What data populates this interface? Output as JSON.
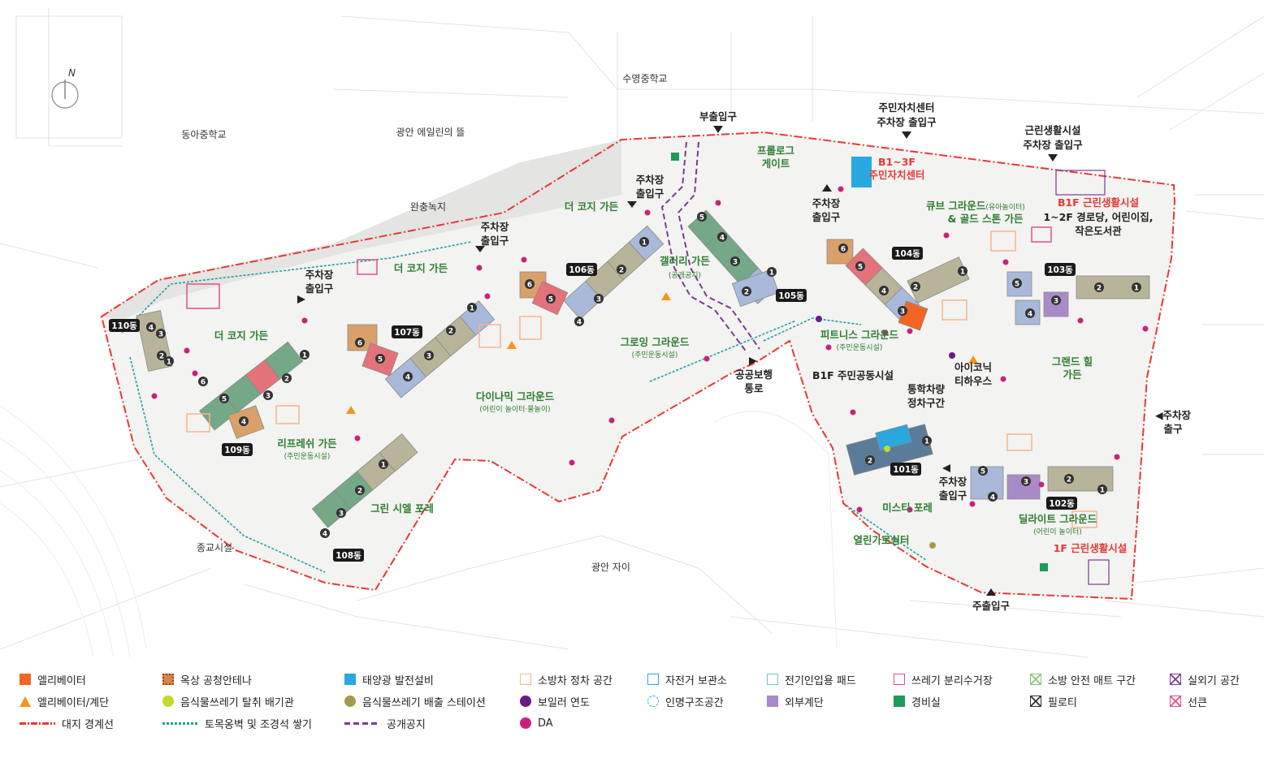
{
  "map": {
    "north": "N",
    "context_labels": {
      "school_suyeong": "수영중학교",
      "school_donga": "동아중학교",
      "eilin_garden": "광안 에일린의 뜰",
      "buffer_green": "완충녹지",
      "religious": "종교시설",
      "gwangan_xi": "광안 자이"
    },
    "entrances": {
      "sub_entrance": "부출입구",
      "center_parking_1": "주민자치센터",
      "center_parking_2": "주차장 출입구",
      "retail_parking_1": "근린생활시설",
      "retail_parking_2": "주차장 출입구",
      "parking_a_1": "주차장",
      "parking_a_2": "출입구",
      "parking_b_1": "주차장",
      "parking_b_2": "출입구",
      "parking_c_1": "주차장",
      "parking_c_2": "출입구",
      "parking_d_1": "주차장",
      "parking_d_2": "출입구",
      "parking_e_1": "주차장",
      "parking_e_2": "출입구",
      "parking_exit_1": "◀주차장",
      "parking_exit_2": "출구",
      "main_entrance": "주출입구",
      "public_path_1": "공공보행",
      "public_path_2": "통로",
      "shuttle_1": "통학차량",
      "shuttle_2": "정차구간"
    },
    "gardens": {
      "prologue_1": "프롤로그",
      "prologue_2": "게이트",
      "cozy_1": "더 코지 가든",
      "cozy_2": "더 코지 가든",
      "cozy_3": "더 코지 가든",
      "gallery": "갤러리 가든",
      "gallery_sub": "(공개공지)",
      "growing": "그로잉 그라운드",
      "growing_sub": "(주민운동시설)",
      "dynamic": "다이나믹 그라운드",
      "dynamic_sub": "(어린이 놀이터·물놀이)",
      "refresh": "리프레쉬 가든",
      "refresh_sub": "(주민운동시설)",
      "green_chelle": "그린 시엘 포레",
      "cube_1": "큐브 그라운드",
      "cube_1_small": "(유아놀이터)",
      "cube_2": "& 골드 스톤 가든",
      "fitness": "피트니스 그라운드",
      "fitness_sub": "(주민운동시설)",
      "grand_1": "그랜드 힐",
      "grand_2": "가든",
      "misty": "미스티 포레",
      "delight": "딜라이트 그라운드",
      "delight_sub": "(어린이 놀이터)",
      "alley": "열린가로쉼터"
    },
    "facilities": {
      "b1_center_1": "B1~3F",
      "b1_center_2": "주민자치센터",
      "b1_retail": "B1F 근린생활시설",
      "welfare_1": "1~2F 경로당, 어린이집,",
      "welfare_2": "작은도서관",
      "b1_shared": "B1F 주민공동시설",
      "iconic_1": "아이코닉",
      "iconic_2": "티하우스",
      "f1_retail": "1F 근린생활시설"
    },
    "buildings": {
      "b101": "101동",
      "b102": "102동",
      "b103": "103동",
      "b104": "104동",
      "b105": "105동",
      "b106": "106동",
      "b107": "107동",
      "b108": "108동",
      "b109": "109동",
      "b110": "110동"
    },
    "line_numbers": {
      "n1": "1",
      "n2": "2",
      "n3": "3",
      "n4": "4",
      "n5": "5",
      "n6": "6"
    }
  },
  "legend": {
    "items": [
      {
        "label": "엘리베이터",
        "icon": "elevator-square",
        "color": "#f26522"
      },
      {
        "label": "옥상 공청안테나",
        "icon": "antenna-square",
        "color": "#d9834a"
      },
      {
        "label": "태양광 발전설비",
        "icon": "solar-square",
        "color": "#29a8e0"
      },
      {
        "label": "소방차 정차 공간",
        "icon": "fire-truck-outline",
        "color": "#f7b48c"
      },
      {
        "label": "자전거 보관소",
        "icon": "bicycle-rack",
        "color": "#29a8e0"
      },
      {
        "label": "전기인입용 패드",
        "icon": "electric-pad",
        "color": "#6cc4c4"
      },
      {
        "label": "쓰레기 분리수거장",
        "icon": "recycling-box",
        "color": "#e84d8a"
      },
      {
        "label": "소방 안전 매트 구간",
        "icon": "safety-mat",
        "color": "#8cc47a"
      },
      {
        "label": "실외기 공간",
        "icon": "outdoor-unit",
        "color": "#7b3a96"
      },
      {
        "label": "엘리베이터/계단",
        "icon": "elevator-stair-triangle",
        "color": "#f7941d"
      },
      {
        "label": "음식물쓰레기 탈취 배기관",
        "icon": "food-waste-exhaust",
        "color": "#c4d82e"
      },
      {
        "label": "음식물쓰레기 배출 스테이션",
        "icon": "food-waste-station",
        "color": "#a59a4a"
      },
      {
        "label": "보일러 연도",
        "icon": "boiler-flue",
        "color": "#6a1b8a"
      },
      {
        "label": "인명구조공간",
        "icon": "rescue-space",
        "color": "#29a8e0"
      },
      {
        "label": "외부계단",
        "icon": "external-stair",
        "color": "#a98ac9"
      },
      {
        "label": "경비실",
        "icon": "guard-house",
        "color": "#1e9a5a"
      },
      {
        "label": "필로티",
        "icon": "piloti",
        "color": "#333333"
      },
      {
        "label": "선큰",
        "icon": "sunken",
        "color": "#e84d8a"
      },
      {
        "label": "대지 경계선",
        "icon": "site-boundary-line",
        "color": "#e53935"
      },
      {
        "label": "토목옹벽 및 조경석 쌓기",
        "icon": "retaining-wall-line",
        "color": "#20a0a0"
      },
      {
        "label": "공개공지",
        "icon": "public-open-space-line",
        "color": "#7b3a96"
      },
      {
        "label": "DA",
        "icon": "da-dot",
        "color": "#c8237a"
      }
    ]
  }
}
